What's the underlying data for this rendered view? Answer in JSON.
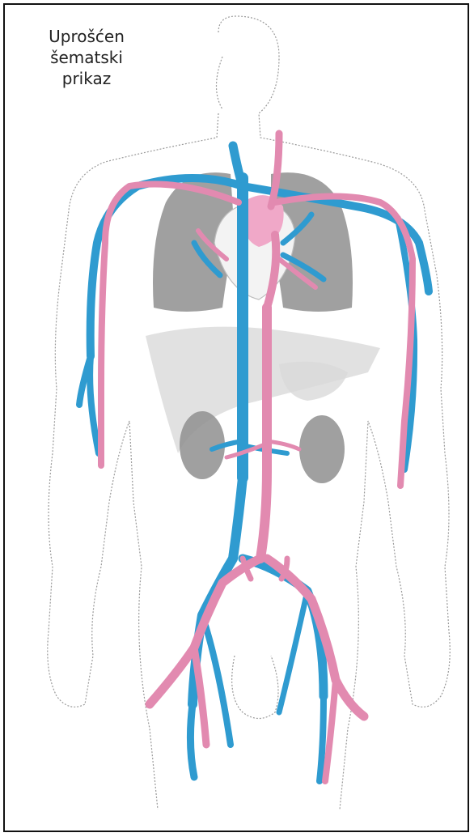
{
  "caption": {
    "line1": "Uprošćen",
    "line2": "šematski",
    "line3": "prikaz"
  },
  "colors": {
    "vein": "#2f9bd0",
    "artery": "#e28ab0",
    "heart": "#f0a8c8",
    "organ": "#8f8f8f"
  }
}
